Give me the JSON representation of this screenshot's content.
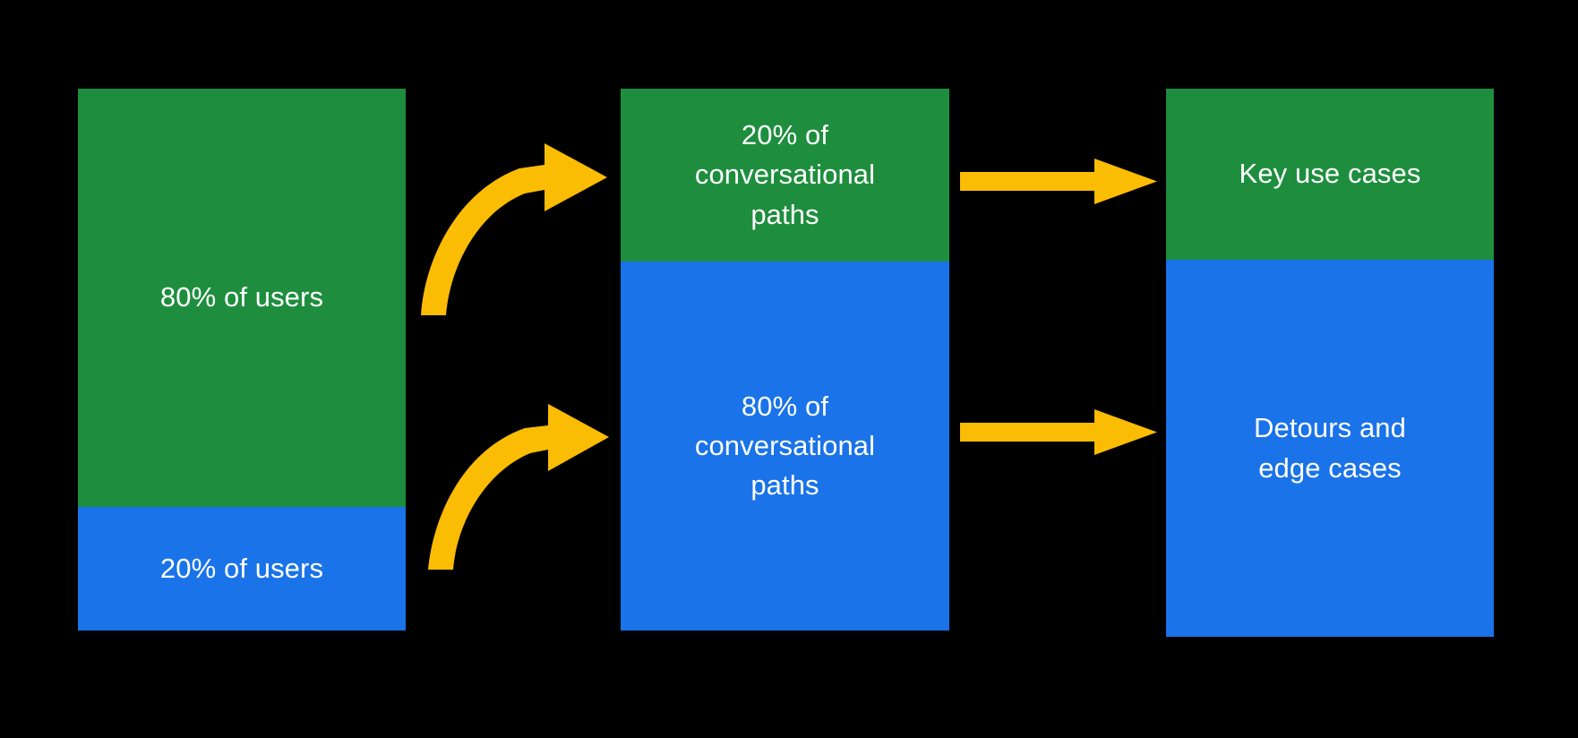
{
  "diagram": {
    "title": "80/20 conversational paths diagram",
    "background_color": "#000000",
    "colors": {
      "green": "#1E8E3E",
      "blue": "#1A73E8",
      "arrow_yellow": "#FBBC04",
      "text": "#FFFFFF"
    },
    "columns": [
      {
        "name": "users",
        "segments": [
          {
            "id": "users-majority",
            "label": "80% of users",
            "color": "#1E8E3E",
            "share_percent": 80
          },
          {
            "id": "users-minority",
            "label": "20% of users",
            "color": "#1A73E8",
            "share_percent": 20
          }
        ]
      },
      {
        "name": "conversational-paths",
        "segments": [
          {
            "id": "paths-minority",
            "label": "20% of\nconversational\npaths",
            "color": "#1E8E3E",
            "share_percent": 20
          },
          {
            "id": "paths-majority",
            "label": "80% of\nconversational\npaths",
            "color": "#1A73E8",
            "share_percent": 80
          }
        ]
      },
      {
        "name": "outcomes",
        "segments": [
          {
            "id": "outcome-key-use-cases",
            "label": "Key use cases",
            "color": "#1E8E3E"
          },
          {
            "id": "outcome-detours",
            "label": "Detours and\nedge cases",
            "color": "#1A73E8"
          }
        ]
      }
    ],
    "arrows": [
      {
        "id": "arrow-curve-top",
        "style": "curved",
        "color": "#FBBC04",
        "from": "users-majority",
        "to": "paths-minority"
      },
      {
        "id": "arrow-curve-bottom",
        "style": "curved",
        "color": "#FBBC04",
        "from": "users-minority",
        "to": "paths-majority"
      },
      {
        "id": "arrow-straight-top",
        "style": "straight",
        "color": "#FBBC04",
        "from": "paths-minority",
        "to": "outcome-key-use-cases"
      },
      {
        "id": "arrow-straight-bottom",
        "style": "straight",
        "color": "#FBBC04",
        "from": "paths-majority",
        "to": "outcome-detours"
      }
    ]
  }
}
